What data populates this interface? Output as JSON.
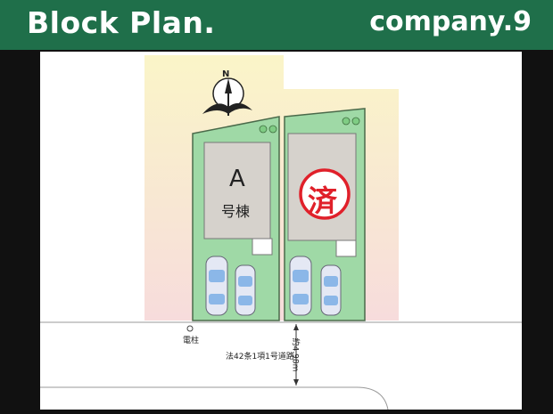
{
  "header": {
    "title": "Block Plan.",
    "company": "company.9"
  },
  "plan": {
    "compass_letter": "N",
    "lot_a_letter": "A",
    "lot_a_sub": "号棟",
    "sold_mark": "済",
    "pole_label": "電柱",
    "road_label": "法42条1項1号道路",
    "road_width": "約4.98m"
  },
  "colors": {
    "header_bg": "#1f6f4a",
    "lot_green": "#9fd9a6",
    "building_gray": "#d6d2cc",
    "sold_red": "#e0202a"
  }
}
